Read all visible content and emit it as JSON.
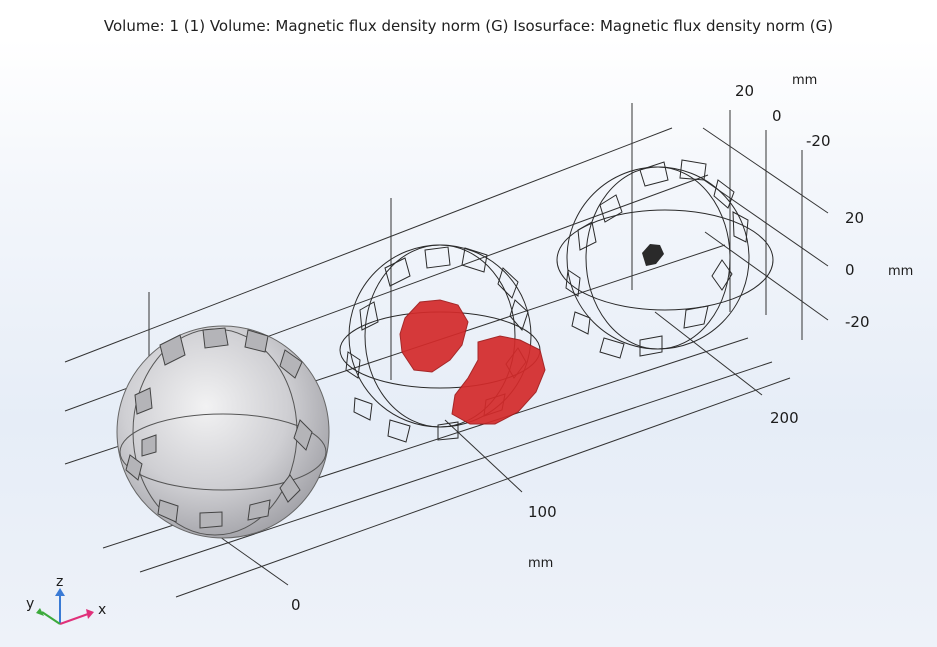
{
  "plot": {
    "title": "Volume: 1 (1)  Volume: Magnetic flux density norm (G)  Isosurface: Magnetic flux density norm (G)"
  },
  "axes": {
    "x": {
      "unit": "mm",
      "ticks": [
        "0",
        "100",
        "200"
      ]
    },
    "y": {
      "unit": "mm",
      "ticks": [
        "20",
        "0",
        "-20"
      ]
    },
    "z": {
      "unit": "mm",
      "ticks": [
        "20",
        "0",
        "-20"
      ]
    }
  },
  "triad": {
    "x_label": "x",
    "y_label": "y",
    "z_label": "z"
  },
  "colors": {
    "isosurface": "#d42a2a",
    "sphere_fill": "#c8c8cc",
    "wireframe": "#2a2a2a",
    "triad_x": "#e0307a",
    "triad_y": "#3caa3c",
    "triad_z": "#3a7bd5"
  }
}
